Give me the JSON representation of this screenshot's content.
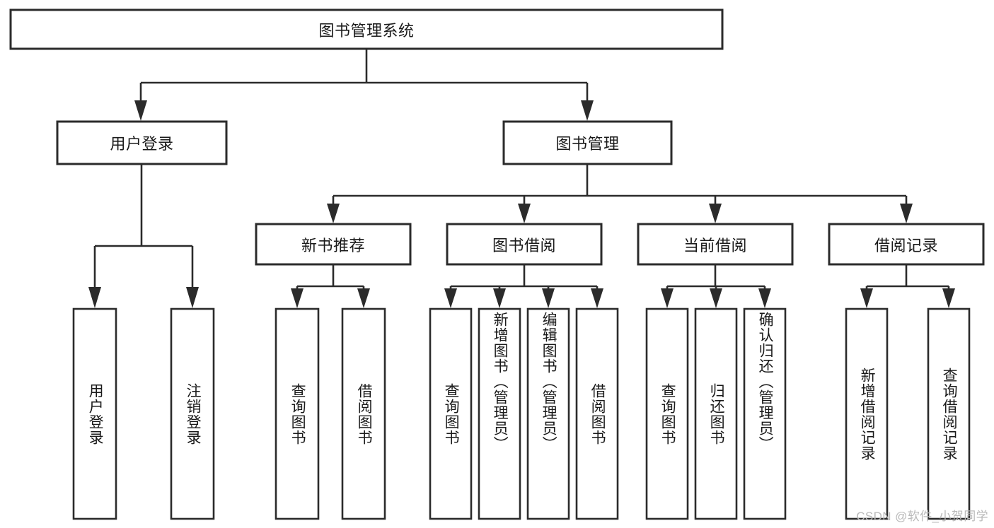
{
  "diagram": {
    "title": "图书管理系统",
    "type": "功能结构图",
    "watermark": "CSDN @软件_小贺同学",
    "colors": {
      "stroke": "#2b2b2b",
      "fill": "#ffffff",
      "text": "#1a1a1a",
      "watermark": "#b9b9b9"
    },
    "root": {
      "id": "root",
      "label": "图书管理系统",
      "orientation": "horizontal"
    },
    "level2": [
      {
        "id": "user-login",
        "label": "用户登录",
        "orientation": "horizontal"
      },
      {
        "id": "book-management",
        "label": "图书管理",
        "orientation": "horizontal"
      }
    ],
    "level3": [
      {
        "id": "new-book-recommend",
        "label": "新书推荐",
        "orientation": "horizontal",
        "parent": "book-management"
      },
      {
        "id": "book-borrow",
        "label": "图书借阅",
        "orientation": "horizontal",
        "parent": "book-management"
      },
      {
        "id": "current-borrow",
        "label": "当前借阅",
        "orientation": "horizontal",
        "parent": "book-management"
      },
      {
        "id": "borrow-record",
        "label": "借阅记录",
        "orientation": "horizontal",
        "parent": "book-management"
      }
    ],
    "leaves": [
      {
        "id": "leaf-user-login",
        "label": "用户登录",
        "orientation": "vertical",
        "parent": "user-login"
      },
      {
        "id": "leaf-user-logout",
        "label": "注销登录",
        "orientation": "vertical",
        "parent": "user-login"
      },
      {
        "id": "leaf-query-book-1",
        "label": "查询图书",
        "orientation": "vertical",
        "parent": "new-book-recommend"
      },
      {
        "id": "leaf-borrow-book-1",
        "label": "借阅图书",
        "orientation": "vertical",
        "parent": "new-book-recommend"
      },
      {
        "id": "leaf-query-book-2",
        "label": "查询图书",
        "orientation": "vertical",
        "parent": "book-borrow"
      },
      {
        "id": "leaf-add-book",
        "label": "新增图书（管理员）",
        "orientation": "vertical",
        "parent": "book-borrow"
      },
      {
        "id": "leaf-edit-book",
        "label": "编辑图书（管理员）",
        "orientation": "vertical",
        "parent": "book-borrow"
      },
      {
        "id": "leaf-borrow-book-2",
        "label": "借阅图书",
        "orientation": "vertical",
        "parent": "book-borrow"
      },
      {
        "id": "leaf-query-book-3",
        "label": "查询图书",
        "orientation": "vertical",
        "parent": "current-borrow"
      },
      {
        "id": "leaf-return-book",
        "label": "归还图书",
        "orientation": "vertical",
        "parent": "current-borrow"
      },
      {
        "id": "leaf-confirm-return",
        "label": "确认归还（管理员）",
        "orientation": "vertical",
        "parent": "current-borrow"
      },
      {
        "id": "leaf-add-record",
        "label": "新增借阅记录",
        "orientation": "vertical",
        "parent": "borrow-record"
      },
      {
        "id": "leaf-query-record",
        "label": "查询借阅记录",
        "orientation": "vertical",
        "parent": "borrow-record"
      }
    ]
  }
}
